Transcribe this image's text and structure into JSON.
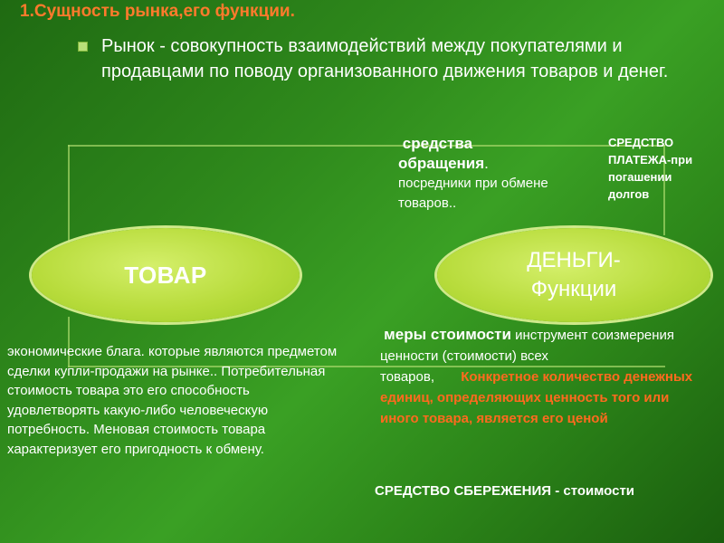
{
  "title": "1.Сущность рынка,его функции.",
  "definition": "Рынок - совокупность взаимодействий между покупателями и продавцами по поводу организованного движения товаров и денег.",
  "tovar": {
    "label": "ТОВАР",
    "description": "экономические блага. которые являются предметом сделки купли-продажи на рынке.. Потребительная стоимость товара это его способность удовлетворять какую-либо человеческую потребность. Меновая стоимость товара характеризует его пригодность к обмену."
  },
  "dengi": {
    "label_line1": "ДЕНЬГИ-",
    "label_line2": "Функции"
  },
  "sredstva_obrashcheniya": {
    "heading_line1": "средства",
    "heading_line2": "обращения",
    "dot": ".",
    "text": "посредники при обмене товаров.."
  },
  "sredstvo_platezha": "СРЕДСТВО ПЛАТЕЖА-при погашении долгов",
  "mery_stoimosti": {
    "heading": "меры стоимости",
    "text": " инструмент соизмерения ценности (стоимости) всех товаров,",
    "highlight": "Конкретное количество денежных единиц, определяющих ценность того или иного товара, является его ценой",
    "highlight_color": "#ff6a1e"
  },
  "sredstvo_sberezheniya": "СРЕДСТВО СБЕРЕЖЕНИЯ - стоимости"
}
